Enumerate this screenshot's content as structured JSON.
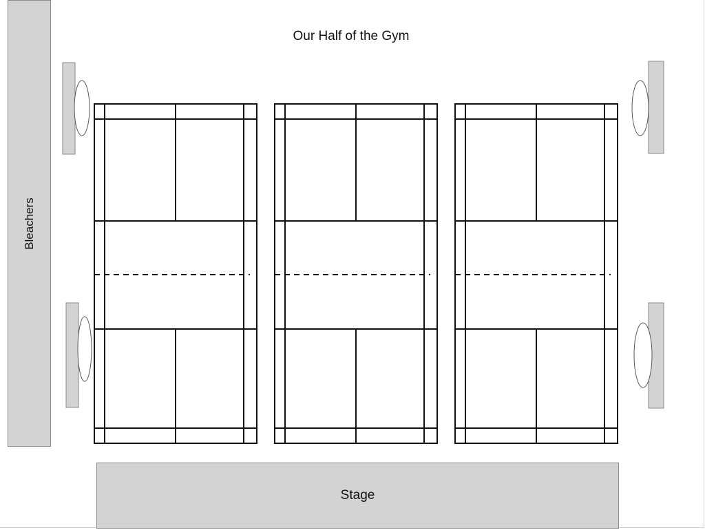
{
  "title": "Our Half of the Gym",
  "bleachers": {
    "label": "Bleachers"
  },
  "stage": {
    "label": "Stage"
  },
  "courts": [
    {
      "id": "court-1"
    },
    {
      "id": "court-2"
    },
    {
      "id": "court-3"
    }
  ],
  "colors": {
    "fixture_fill": "#d3d3d3",
    "fixture_stroke": "#8a8a8a",
    "court_line": "#111111",
    "background": "#ffffff"
  }
}
